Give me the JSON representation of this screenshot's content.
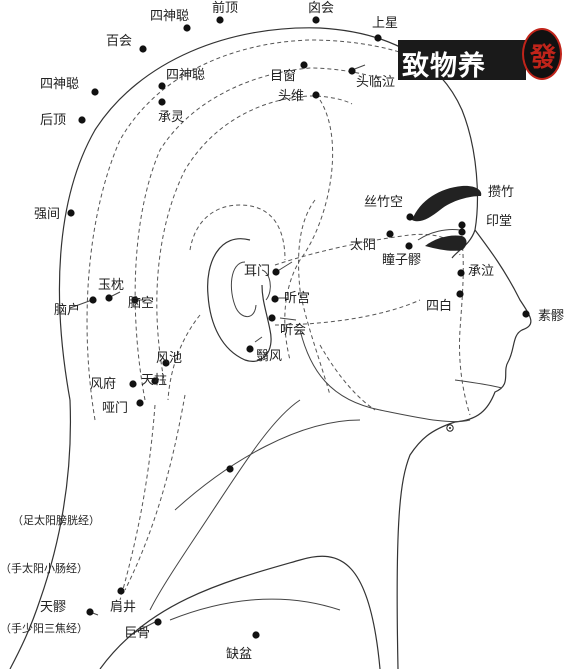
{
  "points": {
    "shenting": "四神聪",
    "qianding": "前顶",
    "xinhui": "囟会",
    "shangxing": "上星",
    "baihui": "百会",
    "sishencong_back": "四神聪",
    "houding": "后顶",
    "qiangjian": "强间",
    "naohu": "脑户",
    "yuzhen": "玉枕",
    "naokong": "脑空",
    "fengchi": "风池",
    "fengfu": "风府",
    "tianzhu": "天柱",
    "yamen": "哑门",
    "sishencong_mid": "四神聪",
    "chengling": "承灵",
    "muchuang": "目窗",
    "toulinqi": "头临泣",
    "touwei": "头维",
    "sizhukong": "丝竹空",
    "cuanzhu": "攒竹",
    "yintang": "印堂",
    "taiyang": "太阳",
    "tongziliao": "瞳子髎",
    "chengqi": "承泣",
    "sibai": "四白",
    "suliao": "素髎",
    "ermen": "耳门",
    "tinggong": "听宫",
    "tinghui": "听会",
    "yifeng": "翳风",
    "tianliao": "天髎",
    "jianjing": "肩井",
    "jugu": "巨骨",
    "quepen": "缺盆"
  },
  "meridians": {
    "bladder": "（足太阳膀胱经）",
    "small_intestine": "（手太阳小肠经）",
    "sanjiao": "（手少阳三焦经）"
  },
  "watermark": {
    "text": "致物养",
    "seal": "發",
    "seal_color": "#c0241a"
  }
}
